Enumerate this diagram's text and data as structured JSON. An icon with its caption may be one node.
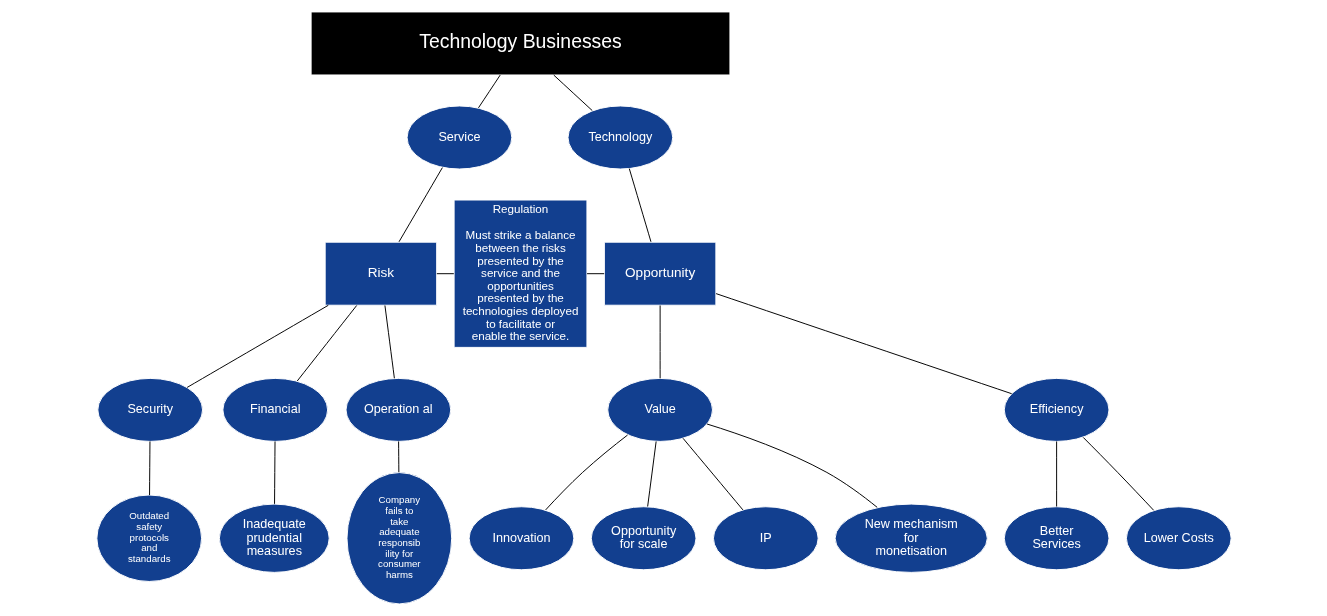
{
  "diagram": {
    "nodes": [
      {
        "text": [
          "Technology Businesses"
        ]
      },
      {
        "text": [
          "Service"
        ]
      },
      {
        "text": [
          "Technology"
        ]
      },
      {
        "text": [
          "Regulation",
          "Must strike a balance between the risks presented by the service and the opportunities presented by the technologies deployed to facilitate or enable the service."
        ]
      },
      {
        "text": [
          "Risk"
        ]
      },
      {
        "text": [
          "Opportunity"
        ]
      },
      {
        "text": [
          "Security"
        ]
      },
      {
        "text": [
          "Financial"
        ]
      },
      {
        "text": [
          "Operation al"
        ]
      },
      {
        "text": [
          "Outdated safety protocols and standards"
        ]
      },
      {
        "text": [
          "Inadequate prudential measures"
        ]
      },
      {
        "text": [
          "Company fails to take adequate responsibility for consumer harms"
        ]
      },
      {
        "text": [
          "Value"
        ]
      },
      {
        "text": [
          "Efficiency"
        ]
      },
      {
        "text": [
          "Innovation"
        ]
      },
      {
        "text": [
          "Opportunity for scale"
        ]
      },
      {
        "text": [
          "IP"
        ]
      },
      {
        "text": [
          "New mechanism for monetisation"
        ]
      },
      {
        "text": [
          "Better Services"
        ]
      },
      {
        "text": [
          "Lower Costs"
        ]
      }
    ],
    "edges": [
      {
        "from": 0,
        "to": 1,
        "arrow": "none"
      },
      {
        "from": 0,
        "to": 2,
        "arrow": "none"
      },
      {
        "from": 1,
        "to": 4,
        "arrow": "none"
      },
      {
        "from": 2,
        "to": 5,
        "arrow": "none"
      },
      {
        "from": 4,
        "to": 3,
        "arrow": "none"
      },
      {
        "from": 3,
        "to": 5,
        "arrow": "none"
      },
      {
        "from": 4,
        "to": 6,
        "arrow": "none"
      },
      {
        "from": 4,
        "to": 7,
        "arrow": "none"
      },
      {
        "from": 4,
        "to": 8,
        "arrow": "none"
      },
      {
        "from": 6,
        "to": 9,
        "arrow": "none"
      },
      {
        "from": 7,
        "to": 10,
        "arrow": "none"
      },
      {
        "from": 8,
        "to": 11,
        "arrow": "none"
      },
      {
        "from": 5,
        "to": 12,
        "arrow": "none"
      },
      {
        "from": 5,
        "to": 13,
        "arrow": "none"
      },
      {
        "from": 12,
        "to": 14,
        "arrow": "none"
      },
      {
        "from": 12,
        "to": 15,
        "arrow": "none"
      },
      {
        "from": 12,
        "to": 16,
        "arrow": "none"
      },
      {
        "from": 12,
        "to": 17,
        "arrow": "none"
      },
      {
        "from": 13,
        "to": 18,
        "arrow": "none"
      },
      {
        "from": 13,
        "to": 19,
        "arrow": "none"
      }
    ]
  }
}
